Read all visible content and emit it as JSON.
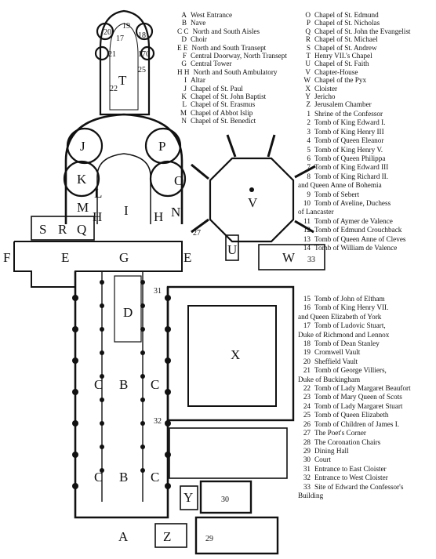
{
  "plan_labels": {
    "A": "A",
    "B": "B",
    "C": "C",
    "D": "D",
    "E": "E",
    "F": "F",
    "G": "G",
    "H": "H",
    "I": "I",
    "J": "J",
    "K": "K",
    "L": "L",
    "M": "M",
    "N": "N",
    "O": "O",
    "P": "P",
    "Q": "Q",
    "R": "R",
    "S": "S",
    "T": "T",
    "U": "U",
    "V": "V",
    "W": "W",
    "X": "X",
    "Y": "Y",
    "Z": "Z",
    "n17": "17",
    "n18": "18",
    "n19": "19",
    "n20": "20",
    "n21": "21",
    "n22": "22",
    "n25": "25",
    "n27": "27",
    "n29": "29",
    "n30": "30",
    "n31": "31",
    "n32": "32",
    "n33": "33",
    "n170": "170"
  },
  "legend_letters_1": [
    {
      "key": "A",
      "text": "West Entrance"
    },
    {
      "key": "B",
      "text": "Nave"
    },
    {
      "key": "C C",
      "text": "North and South Aisles"
    },
    {
      "key": "D",
      "text": "Choir"
    },
    {
      "key": "E E",
      "text": "North and South Transept"
    },
    {
      "key": "F",
      "text": "Central Doorway, North Transept"
    },
    {
      "key": "G",
      "text": "Central Tower"
    },
    {
      "key": "H H",
      "text": "North and South Ambulatory"
    },
    {
      "key": "I",
      "text": "Altar"
    },
    {
      "key": "J",
      "text": "Chapel of St. Paul"
    },
    {
      "key": "K",
      "text": "Chapel of St. John Baptist"
    },
    {
      "key": "L",
      "text": "Chapel of St. Erasmus"
    },
    {
      "key": "M",
      "text": "Chapel of Abbot Islip"
    },
    {
      "key": "N",
      "text": "Chapel of St. Benedict"
    }
  ],
  "legend_letters_2": [
    {
      "key": "O",
      "text": "Chapel of St. Edmund"
    },
    {
      "key": "P",
      "text": "Chapel of St. Nicholas"
    },
    {
      "key": "Q",
      "text": "Chapel of St. John the Evangelist"
    },
    {
      "key": "R",
      "text": "Chapel of St. Michael"
    },
    {
      "key": "S",
      "text": "Chapel of St. Andrew"
    },
    {
      "key": "T",
      "text": "Henry VII.'s Chapel"
    },
    {
      "key": "U",
      "text": "Chapel of St. Faith"
    },
    {
      "key": "V",
      "text": "Chapter-House"
    },
    {
      "key": "W",
      "text": "Chapel of the Pyx"
    },
    {
      "key": "X",
      "text": "Cloister"
    },
    {
      "key": "Y",
      "text": "Jericho"
    },
    {
      "key": "Z",
      "text": "Jerusalem Chamber"
    }
  ],
  "legend_numbers_1": [
    {
      "key": "1",
      "text": "Shrine of the Confessor"
    },
    {
      "key": "2",
      "text": "Tomb of King Edward I."
    },
    {
      "key": "3",
      "text": "Tomb of King Henry III"
    },
    {
      "key": "4",
      "text": "Tomb of Queen Eleanor"
    },
    {
      "key": "5",
      "text": "Tomb of King Henry V."
    },
    {
      "key": "6",
      "text": "Tomb of Queen Philippa"
    },
    {
      "key": "7",
      "text": "Tomb of King Edward III"
    },
    {
      "key": "8",
      "text": "Tomb of King Richard II.",
      "cont": "and Queen Anne of Bohemia"
    },
    {
      "key": "9",
      "text": "Tomb of Sebert"
    },
    {
      "key": "10",
      "text": "Tomb of Aveline, Duchess",
      "cont": "of Lancaster"
    },
    {
      "key": "11",
      "text": "Tomb of Aymer de Valence"
    },
    {
      "key": "12",
      "text": "Tomb of Edmund Crouchback"
    },
    {
      "key": "13",
      "text": "Tomb of Queen Anne of Cleves"
    },
    {
      "key": "14",
      "text": "Tomb of William de Valence"
    }
  ],
  "legend_numbers_2": [
    {
      "key": "15",
      "text": "Tomb of John of Eltham"
    },
    {
      "key": "16",
      "text": "Tomb of King Henry VII.",
      "cont": "and Queen Elizabeth of York"
    },
    {
      "key": "17",
      "text": "Tomb of Ludovic Stuart,",
      "cont": "Duke of Richmond and Lennox"
    },
    {
      "key": "18",
      "text": "Tomb of Dean Stanley"
    },
    {
      "key": "19",
      "text": "Cromwell Vault"
    },
    {
      "key": "20",
      "text": "Sheffield Vault"
    },
    {
      "key": "21",
      "text": "Tomb of George Villiers,",
      "cont": "Duke of Buckingham"
    },
    {
      "key": "22",
      "text": "Tomb of Lady Margaret Beaufort"
    },
    {
      "key": "23",
      "text": "Tomb of Mary Queen of Scots"
    },
    {
      "key": "24",
      "text": "Tomb of Lady Margaret Stuart"
    },
    {
      "key": "25",
      "text": "Tomb of Queen Elizabeth"
    },
    {
      "key": "26",
      "text": "Tomb of Children of James I."
    },
    {
      "key": "27",
      "text": "The Poet's Corner"
    },
    {
      "key": "28",
      "text": "The Coronation Chairs"
    },
    {
      "key": "29",
      "text": "Dining Hall"
    },
    {
      "key": "30",
      "text": "Court"
    },
    {
      "key": "31",
      "text": "Entrance to East Cloister"
    },
    {
      "key": "32",
      "text": "Entrance to West Cloister"
    },
    {
      "key": "33",
      "text": "Site of Edward the Confessor's",
      "cont": "Building"
    }
  ]
}
